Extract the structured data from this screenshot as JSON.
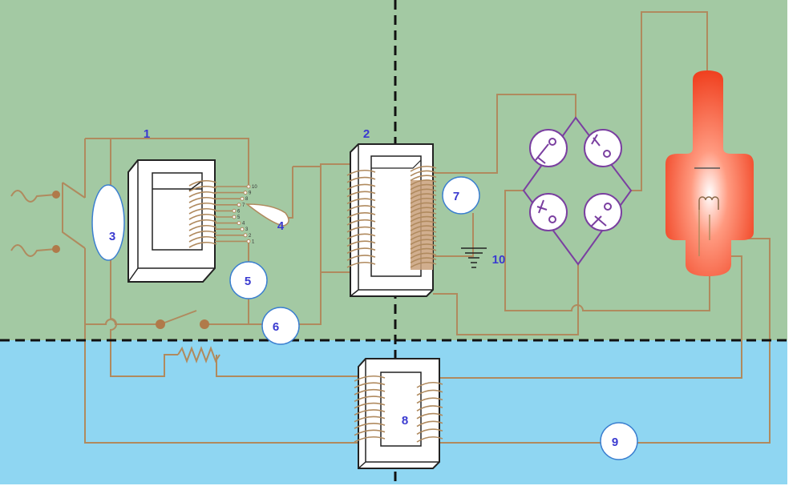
{
  "labels": {
    "l1": "1",
    "l2": "2",
    "l3": "3",
    "l4": "4",
    "l5": "5",
    "l6": "6",
    "l7": "7",
    "l8": "8",
    "l9": "9",
    "l10": "10"
  },
  "taps": [
    "10",
    "9",
    "8",
    "7",
    "6",
    "5",
    "4",
    "3",
    "2",
    "1"
  ],
  "colors": {
    "upper_region": "#a3c9a3",
    "lower_region": "#8fd6f2",
    "wire": "#b08a5e",
    "label": "#3a3ad0",
    "diode": "#7a3fa0",
    "tube": "#f04a30"
  }
}
